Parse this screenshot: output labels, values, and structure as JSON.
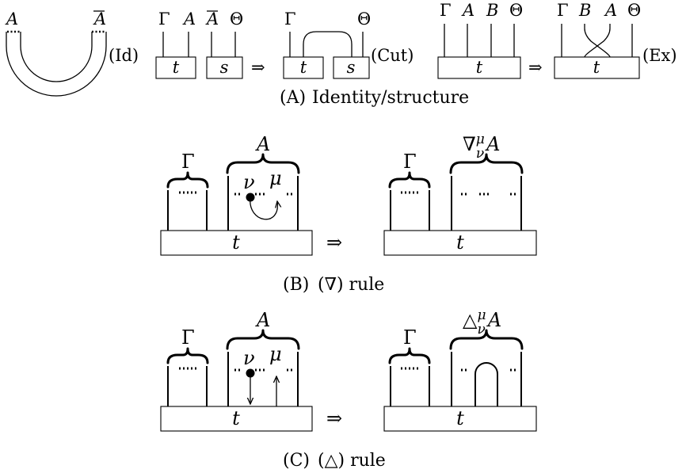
{
  "panel_a": {
    "id_rule": {
      "left_label": "A",
      "right_label": "A",
      "rule": "(Id)"
    },
    "cut_rule": {
      "labels_left": [
        "Γ",
        "A",
        "A",
        "Θ"
      ],
      "box_t": "t",
      "box_s": "s",
      "arrow": "⇒",
      "after_left": "Γ",
      "after_right": "Θ",
      "rule": "(Cut)"
    },
    "ex_rule": {
      "labels_before": [
        "Γ",
        "A",
        "B",
        "Θ"
      ],
      "box": "t",
      "arrow": "⇒",
      "labels_after": [
        "Γ",
        "B",
        "A",
        "Θ"
      ],
      "rule": "(Ex)"
    },
    "caption": {
      "tag": "(A)",
      "text": "Identity/structure"
    }
  },
  "panel_b": {
    "gamma": "Γ",
    "a_label": "A",
    "nu": "ν",
    "mu": "μ",
    "box": "t",
    "arrow": "⇒",
    "result_label": "∇",
    "result_sup": "μ",
    "result_sub": "ν",
    "result_tail": "A",
    "caption": {
      "tag": "(B)",
      "text": "(∇) rule"
    }
  },
  "panel_c": {
    "gamma": "Γ",
    "a_label": "A",
    "nu": "ν",
    "mu": "μ",
    "box": "t",
    "arrow": "⇒",
    "result_label": "△",
    "result_sup": "μ",
    "result_sub": "ν",
    "result_tail": "A",
    "caption": {
      "tag": "(C)",
      "text": "(△) rule"
    }
  }
}
